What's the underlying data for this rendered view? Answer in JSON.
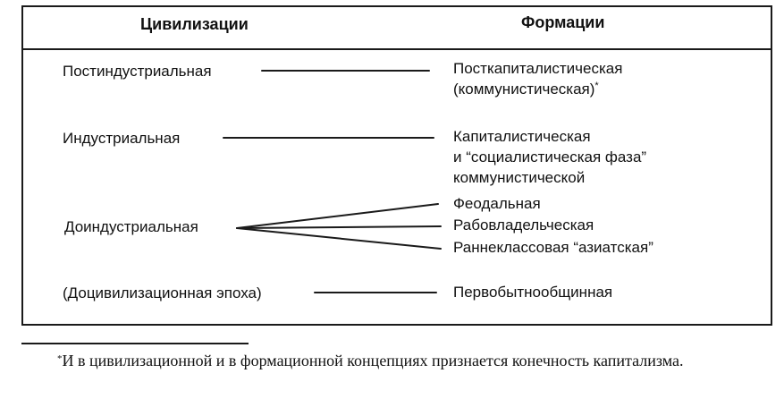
{
  "table": {
    "headers": {
      "civilizations": "Цивилизации",
      "formations": "Формации"
    },
    "rows": [
      {
        "civilization": "Постиндустриальная",
        "formation_lines": [
          "Посткапиталистическая",
          "(коммунистическая)"
        ],
        "formation_mark": "*"
      },
      {
        "civilization": "Индустриальная",
        "formation_lines": [
          "Капиталистическая",
          "и “социалистическая фаза”",
          "коммунистической"
        ]
      },
      {
        "civilization": "Доиндустриальная",
        "formation_lines": [
          "Феодальная",
          "Рабовладельческая",
          "Раннеклассовая “азиатская”"
        ]
      },
      {
        "civilization": "(Доцивилизационная эпоха)",
        "formation_lines": [
          "Первобытнообщинная"
        ]
      }
    ]
  },
  "footnote": {
    "mark": "*",
    "text": "И в цивилизационной и в формационной концепциях признается конечность капитализма."
  }
}
